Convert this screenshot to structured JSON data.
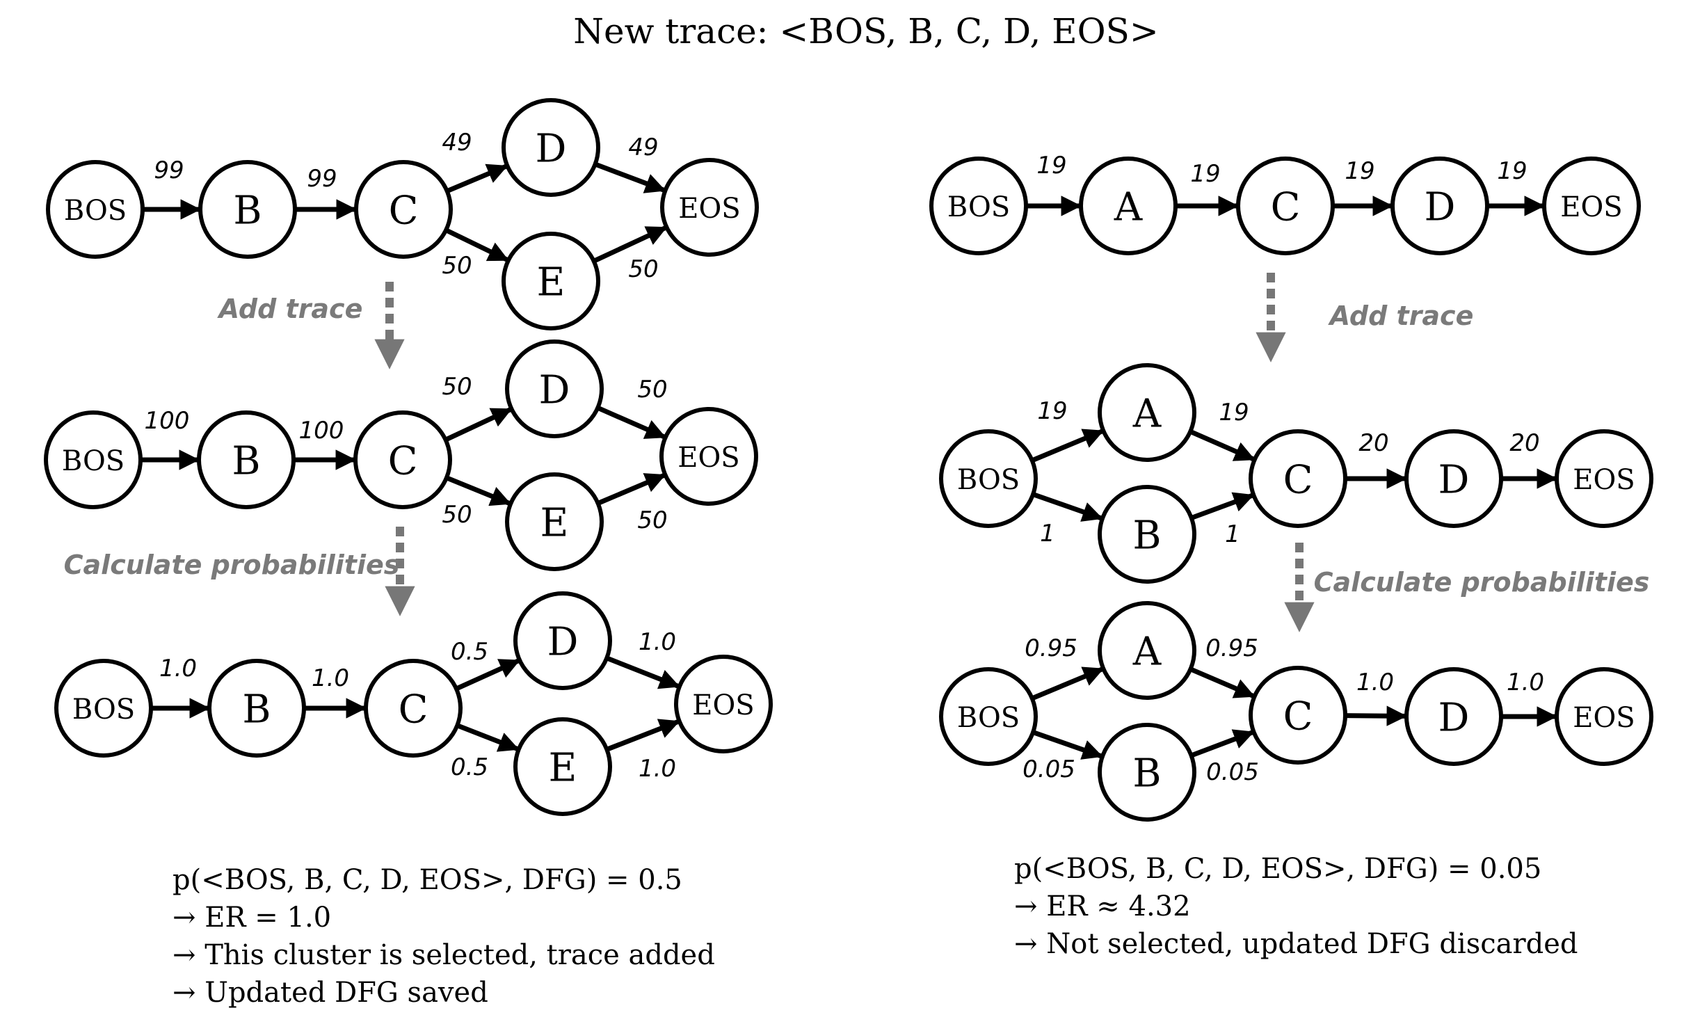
{
  "title": "New trace: <BOS, B, C, D, EOS>",
  "left": {
    "add_trace_label": "Add trace",
    "calc_label": "Calculate probabilities",
    "graph1": {
      "nodes": [
        "BOS",
        "B",
        "C",
        "D",
        "E",
        "EOS"
      ],
      "edges": [
        {
          "from": "BOS",
          "to": "B",
          "weight": "99"
        },
        {
          "from": "B",
          "to": "C",
          "weight": "99"
        },
        {
          "from": "C",
          "to": "D",
          "weight": "49"
        },
        {
          "from": "C",
          "to": "E",
          "weight": "50"
        },
        {
          "from": "D",
          "to": "EOS",
          "weight": "49"
        },
        {
          "from": "E",
          "to": "EOS",
          "weight": "50"
        }
      ]
    },
    "graph2": {
      "nodes": [
        "BOS",
        "B",
        "C",
        "D",
        "E",
        "EOS"
      ],
      "edges": [
        {
          "from": "BOS",
          "to": "B",
          "weight": "100"
        },
        {
          "from": "B",
          "to": "C",
          "weight": "100"
        },
        {
          "from": "C",
          "to": "D",
          "weight": "50"
        },
        {
          "from": "C",
          "to": "E",
          "weight": "50"
        },
        {
          "from": "D",
          "to": "EOS",
          "weight": "50"
        },
        {
          "from": "E",
          "to": "EOS",
          "weight": "50"
        }
      ]
    },
    "graph3": {
      "nodes": [
        "BOS",
        "B",
        "C",
        "D",
        "E",
        "EOS"
      ],
      "edges": [
        {
          "from": "BOS",
          "to": "B",
          "weight": "1.0"
        },
        {
          "from": "B",
          "to": "C",
          "weight": "1.0"
        },
        {
          "from": "C",
          "to": "D",
          "weight": "0.5"
        },
        {
          "from": "C",
          "to": "E",
          "weight": "0.5"
        },
        {
          "from": "D",
          "to": "EOS",
          "weight": "1.0"
        },
        {
          "from": "E",
          "to": "EOS",
          "weight": "1.0"
        }
      ]
    },
    "result": [
      "p(<BOS, B, C, D, EOS>, DFG) = 0.5",
      "→ ER = 1.0",
      "→ This cluster is selected, trace added",
      "→ Updated DFG saved"
    ]
  },
  "right": {
    "add_trace_label": "Add trace",
    "calc_label": "Calculate probabilities",
    "graph1": {
      "nodes": [
        "BOS",
        "A",
        "C",
        "D",
        "EOS"
      ],
      "edges": [
        {
          "from": "BOS",
          "to": "A",
          "weight": "19"
        },
        {
          "from": "A",
          "to": "C",
          "weight": "19"
        },
        {
          "from": "C",
          "to": "D",
          "weight": "19"
        },
        {
          "from": "D",
          "to": "EOS",
          "weight": "19"
        }
      ]
    },
    "graph2": {
      "nodes": [
        "BOS",
        "A",
        "B",
        "C",
        "D",
        "EOS"
      ],
      "edges": [
        {
          "from": "BOS",
          "to": "A",
          "weight": "19"
        },
        {
          "from": "BOS",
          "to": "B",
          "weight": "1"
        },
        {
          "from": "A",
          "to": "C",
          "weight": "19"
        },
        {
          "from": "B",
          "to": "C",
          "weight": "1"
        },
        {
          "from": "C",
          "to": "D",
          "weight": "20"
        },
        {
          "from": "D",
          "to": "EOS",
          "weight": "20"
        }
      ]
    },
    "graph3": {
      "nodes": [
        "BOS",
        "A",
        "B",
        "C",
        "D",
        "EOS"
      ],
      "edges": [
        {
          "from": "BOS",
          "to": "A",
          "weight": "0.95"
        },
        {
          "from": "BOS",
          "to": "B",
          "weight": "0.05"
        },
        {
          "from": "A",
          "to": "C",
          "weight": "0.95"
        },
        {
          "from": "B",
          "to": "C",
          "weight": "0.05"
        },
        {
          "from": "C",
          "to": "D",
          "weight": "1.0"
        },
        {
          "from": "D",
          "to": "EOS",
          "weight": "1.0"
        }
      ]
    },
    "result": [
      "p(<BOS, B, C, D, EOS>, DFG) = 0.05",
      "→ ER ≈ 4.32",
      "→ Not selected, updated DFG discarded"
    ]
  }
}
